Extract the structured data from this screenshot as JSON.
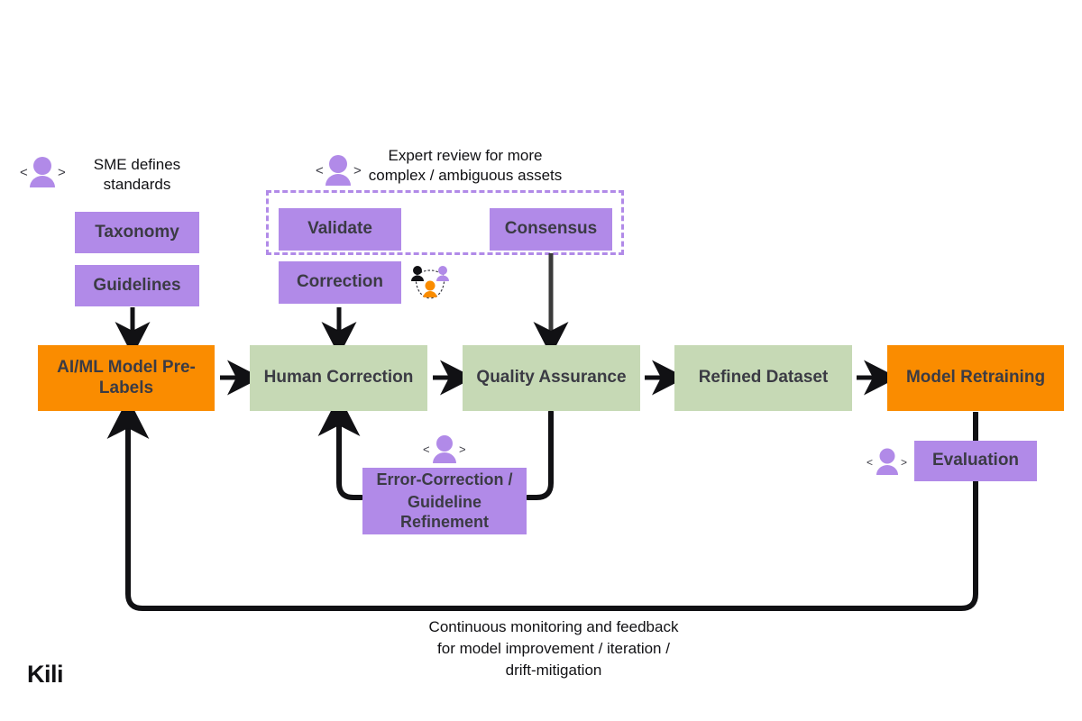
{
  "diagram": {
    "title_logo": "Kili",
    "accent_colors": {
      "purple": "#b18ae8",
      "green": "#c6d9b5",
      "orange": "#fa8c00",
      "line": "#111114",
      "text": "#3b3b44"
    }
  },
  "annotations": {
    "sme": "SME defines\nstandards",
    "sme_line1": "SME defines",
    "sme_line2": "standards",
    "expert_review_line1": "Expert review for more",
    "expert_review_line2": "complex / ambiguous assets",
    "footer_line1": "Continuous monitoring and feedback",
    "footer_line2": "for model improvement / iteration /",
    "footer_line3": "drift-mitigation"
  },
  "pipeline": [
    {
      "id": "pre-labels",
      "label": "AI/ML Model Pre-Labels",
      "color": "orange"
    },
    {
      "id": "human-correction",
      "label": "Human Correction",
      "color": "green"
    },
    {
      "id": "quality-assurance",
      "label": "Quality Assurance",
      "color": "green"
    },
    {
      "id": "refined-dataset",
      "label": "Refined Dataset",
      "color": "green"
    },
    {
      "id": "model-retraining",
      "label": "Model Retraining",
      "color": "orange"
    }
  ],
  "side_nodes": {
    "taxonomy": "Taxonomy",
    "guidelines": "Guidelines",
    "validate": "Validate",
    "correction": "Correction",
    "consensus": "Consensus",
    "error_correction_line1": "Error-Correction /",
    "error_correction_line2": "Guideline Refinement",
    "evaluation": "Evaluation"
  },
  "icons": {
    "sme_person": "person-bracket-icon",
    "expert_person": "person-bracket-icon",
    "trio": "three-person-consensus-icon",
    "refinement_person": "person-bracket-icon",
    "evaluation_person": "person-bracket-icon"
  }
}
